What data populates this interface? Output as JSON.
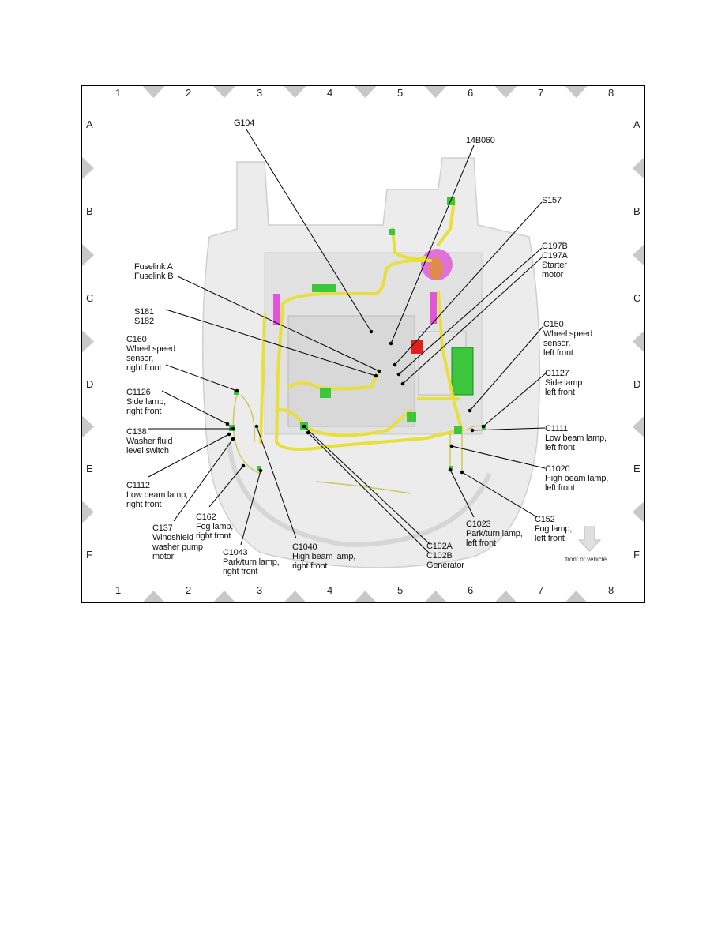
{
  "grid": {
    "columns": [
      "1",
      "2",
      "3",
      "4",
      "5",
      "6",
      "7",
      "8"
    ],
    "rows": [
      "A",
      "B",
      "C",
      "D",
      "E",
      "F"
    ]
  },
  "callouts": [
    {
      "id": "g104",
      "lines": [
        "G104"
      ]
    },
    {
      "id": "14b060",
      "lines": [
        "14B060"
      ]
    },
    {
      "id": "s157",
      "lines": [
        "S157"
      ]
    },
    {
      "id": "c197",
      "lines": [
        "C197B",
        "C197A",
        "Starter",
        "motor"
      ]
    },
    {
      "id": "fuselink",
      "lines": [
        "Fuselink A",
        "Fuselink B"
      ]
    },
    {
      "id": "s181",
      "lines": [
        "S181",
        "S182"
      ]
    },
    {
      "id": "c160",
      "lines": [
        "C160",
        "Wheel speed",
        "sensor,",
        "right front"
      ]
    },
    {
      "id": "c1126",
      "lines": [
        "C1126",
        "Side lamp,",
        "right front"
      ]
    },
    {
      "id": "c138",
      "lines": [
        "C138",
        "Washer fluid",
        "level switch"
      ]
    },
    {
      "id": "c1112",
      "lines": [
        "C1112",
        "Low beam lamp,",
        "right front"
      ]
    },
    {
      "id": "c137",
      "lines": [
        "C137",
        "Windshield",
        "washer pump",
        "motor"
      ]
    },
    {
      "id": "c162",
      "lines": [
        "C162",
        "Fog lamp,",
        "right front"
      ]
    },
    {
      "id": "c1043",
      "lines": [
        "C1043",
        "Park/turn lamp,",
        "right front"
      ]
    },
    {
      "id": "c1040",
      "lines": [
        "C1040",
        "High beam lamp,",
        "right front"
      ]
    },
    {
      "id": "c102",
      "lines": [
        "C102A",
        "C102B",
        "Generator"
      ]
    },
    {
      "id": "c1023",
      "lines": [
        "C1023",
        "Park/turn lamp,",
        "left front"
      ]
    },
    {
      "id": "c152",
      "lines": [
        "C152",
        "Fog lamp,",
        "left front"
      ]
    },
    {
      "id": "c150",
      "lines": [
        "C150",
        "Wheel speed",
        "sensor,",
        "left front"
      ]
    },
    {
      "id": "c1127",
      "lines": [
        "C1127",
        "Side lamp",
        "left front"
      ]
    },
    {
      "id": "c1111",
      "lines": [
        "C1111",
        "Low beam lamp,",
        "left front"
      ]
    },
    {
      "id": "c1020",
      "lines": [
        "C1020",
        "High beam lamp,",
        "left front"
      ]
    }
  ],
  "front_of_vehicle": "front of vehicle",
  "colors": {
    "harness": "#e8e03a",
    "connector": "#3cc63c",
    "grommet": "#e055d8",
    "body": "#ececec",
    "marker": "#c8c8c8"
  }
}
